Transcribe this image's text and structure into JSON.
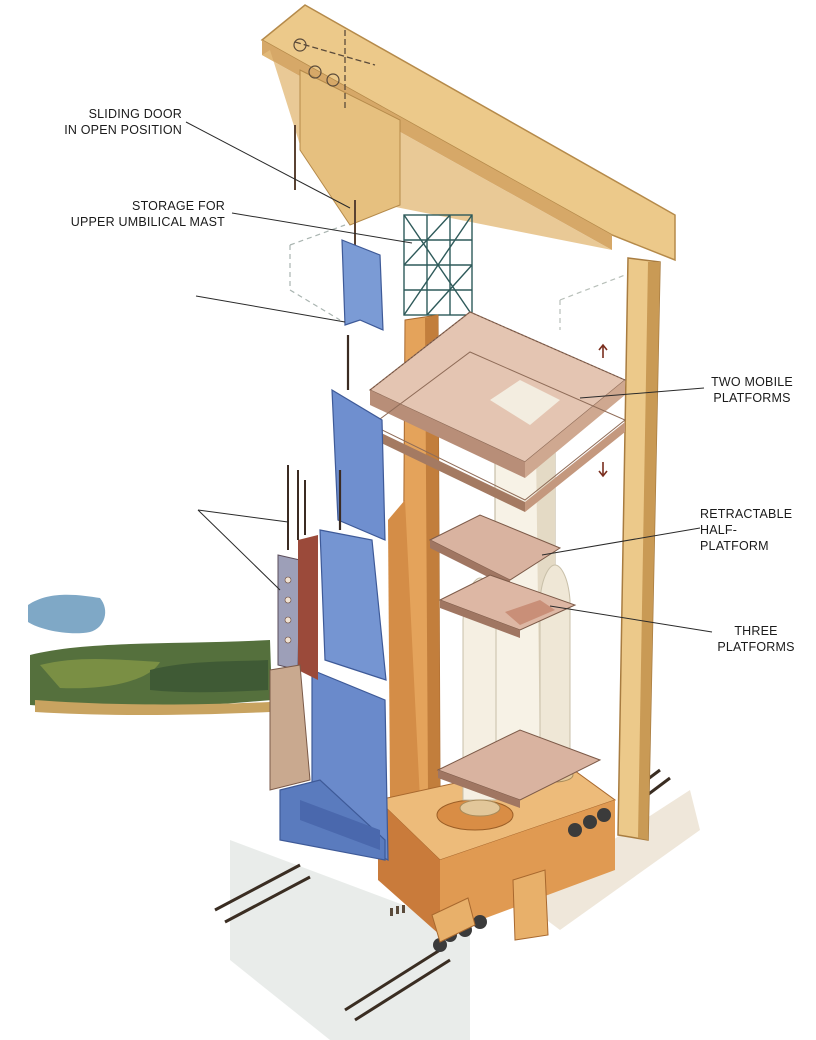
{
  "labels": {
    "sliding_door": [
      "SLIDING DOOR",
      "IN OPEN POSITION"
    ],
    "storage_mast": [
      "STORAGE FOR",
      "UPPER UMBILICAL MAST"
    ],
    "mobile_platforms": [
      "TWO MOBILE",
      "PLATFORMS"
    ],
    "half_platform": [
      "RETRACTABLE",
      "HALF-",
      "PLATFORM"
    ],
    "three_platforms": [
      "THREE",
      "PLATFORMS"
    ]
  },
  "colors": {
    "tower_beam": "#ecc98a",
    "tower_shadow": "#c99a55",
    "door_blue": "#6f8fcf",
    "door_blue_dark": "#4a68ad",
    "base_orange": "#e0a45c",
    "base_orange_dark": "#b9773a",
    "platform_pink": "#e2c2b0",
    "rocket_white": "#f6f1e6",
    "lattice": "#2e5a5a",
    "leader": "#2a2a2a",
    "terrain_green": "#4f6b3a",
    "terrain_blue": "#6a95b8"
  }
}
